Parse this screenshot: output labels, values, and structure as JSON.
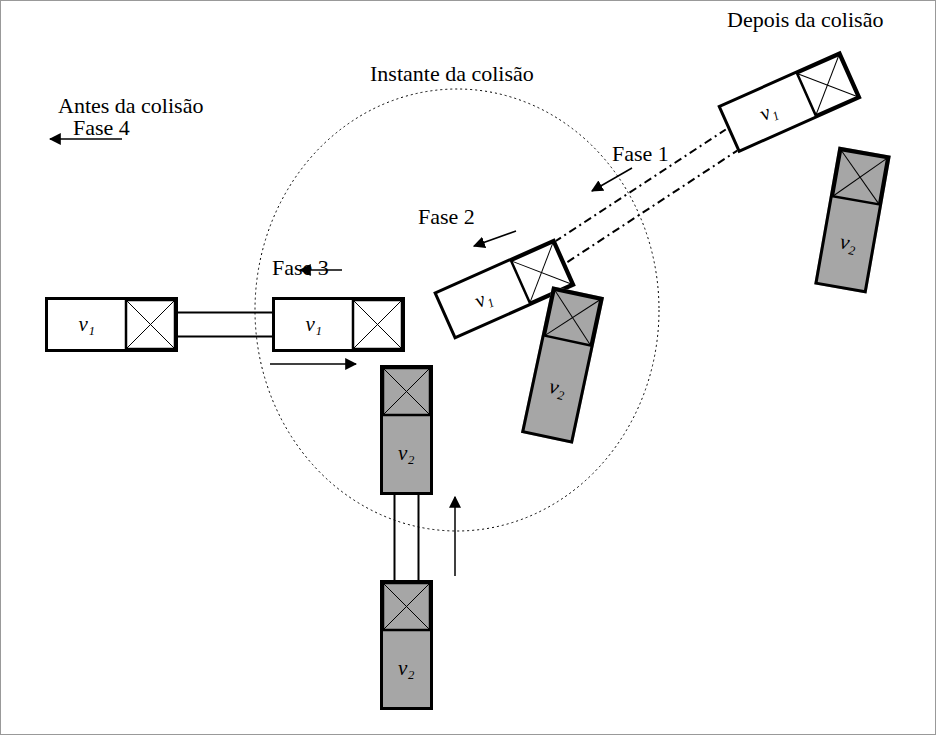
{
  "diagram": {
    "nodes": [
      {
        "text": [
          "v₁"
        ]
      },
      {
        "text": [
          "v₁"
        ]
      },
      {
        "text": [
          "v₂"
        ]
      },
      {
        "text": [
          "v₂"
        ]
      },
      {
        "text": [
          "v₁"
        ]
      },
      {
        "text": [
          "v₂"
        ]
      },
      {
        "text": [
          "v₁"
        ]
      },
      {
        "text": [
          "v₂"
        ]
      }
    ],
    "edges": [
      {
        "from": 0,
        "to": 1,
        "arrow": "none"
      },
      {
        "from": 3,
        "to": 2,
        "arrow": "none"
      },
      {
        "from": 4,
        "to": 6,
        "arrow": "none"
      }
    ],
    "labels": [
      "Depois da colisão",
      "Instante da colisão",
      "Antes da colisão",
      "Fase 1",
      "Fase 2",
      "Fase 3",
      "Fase 4"
    ]
  }
}
